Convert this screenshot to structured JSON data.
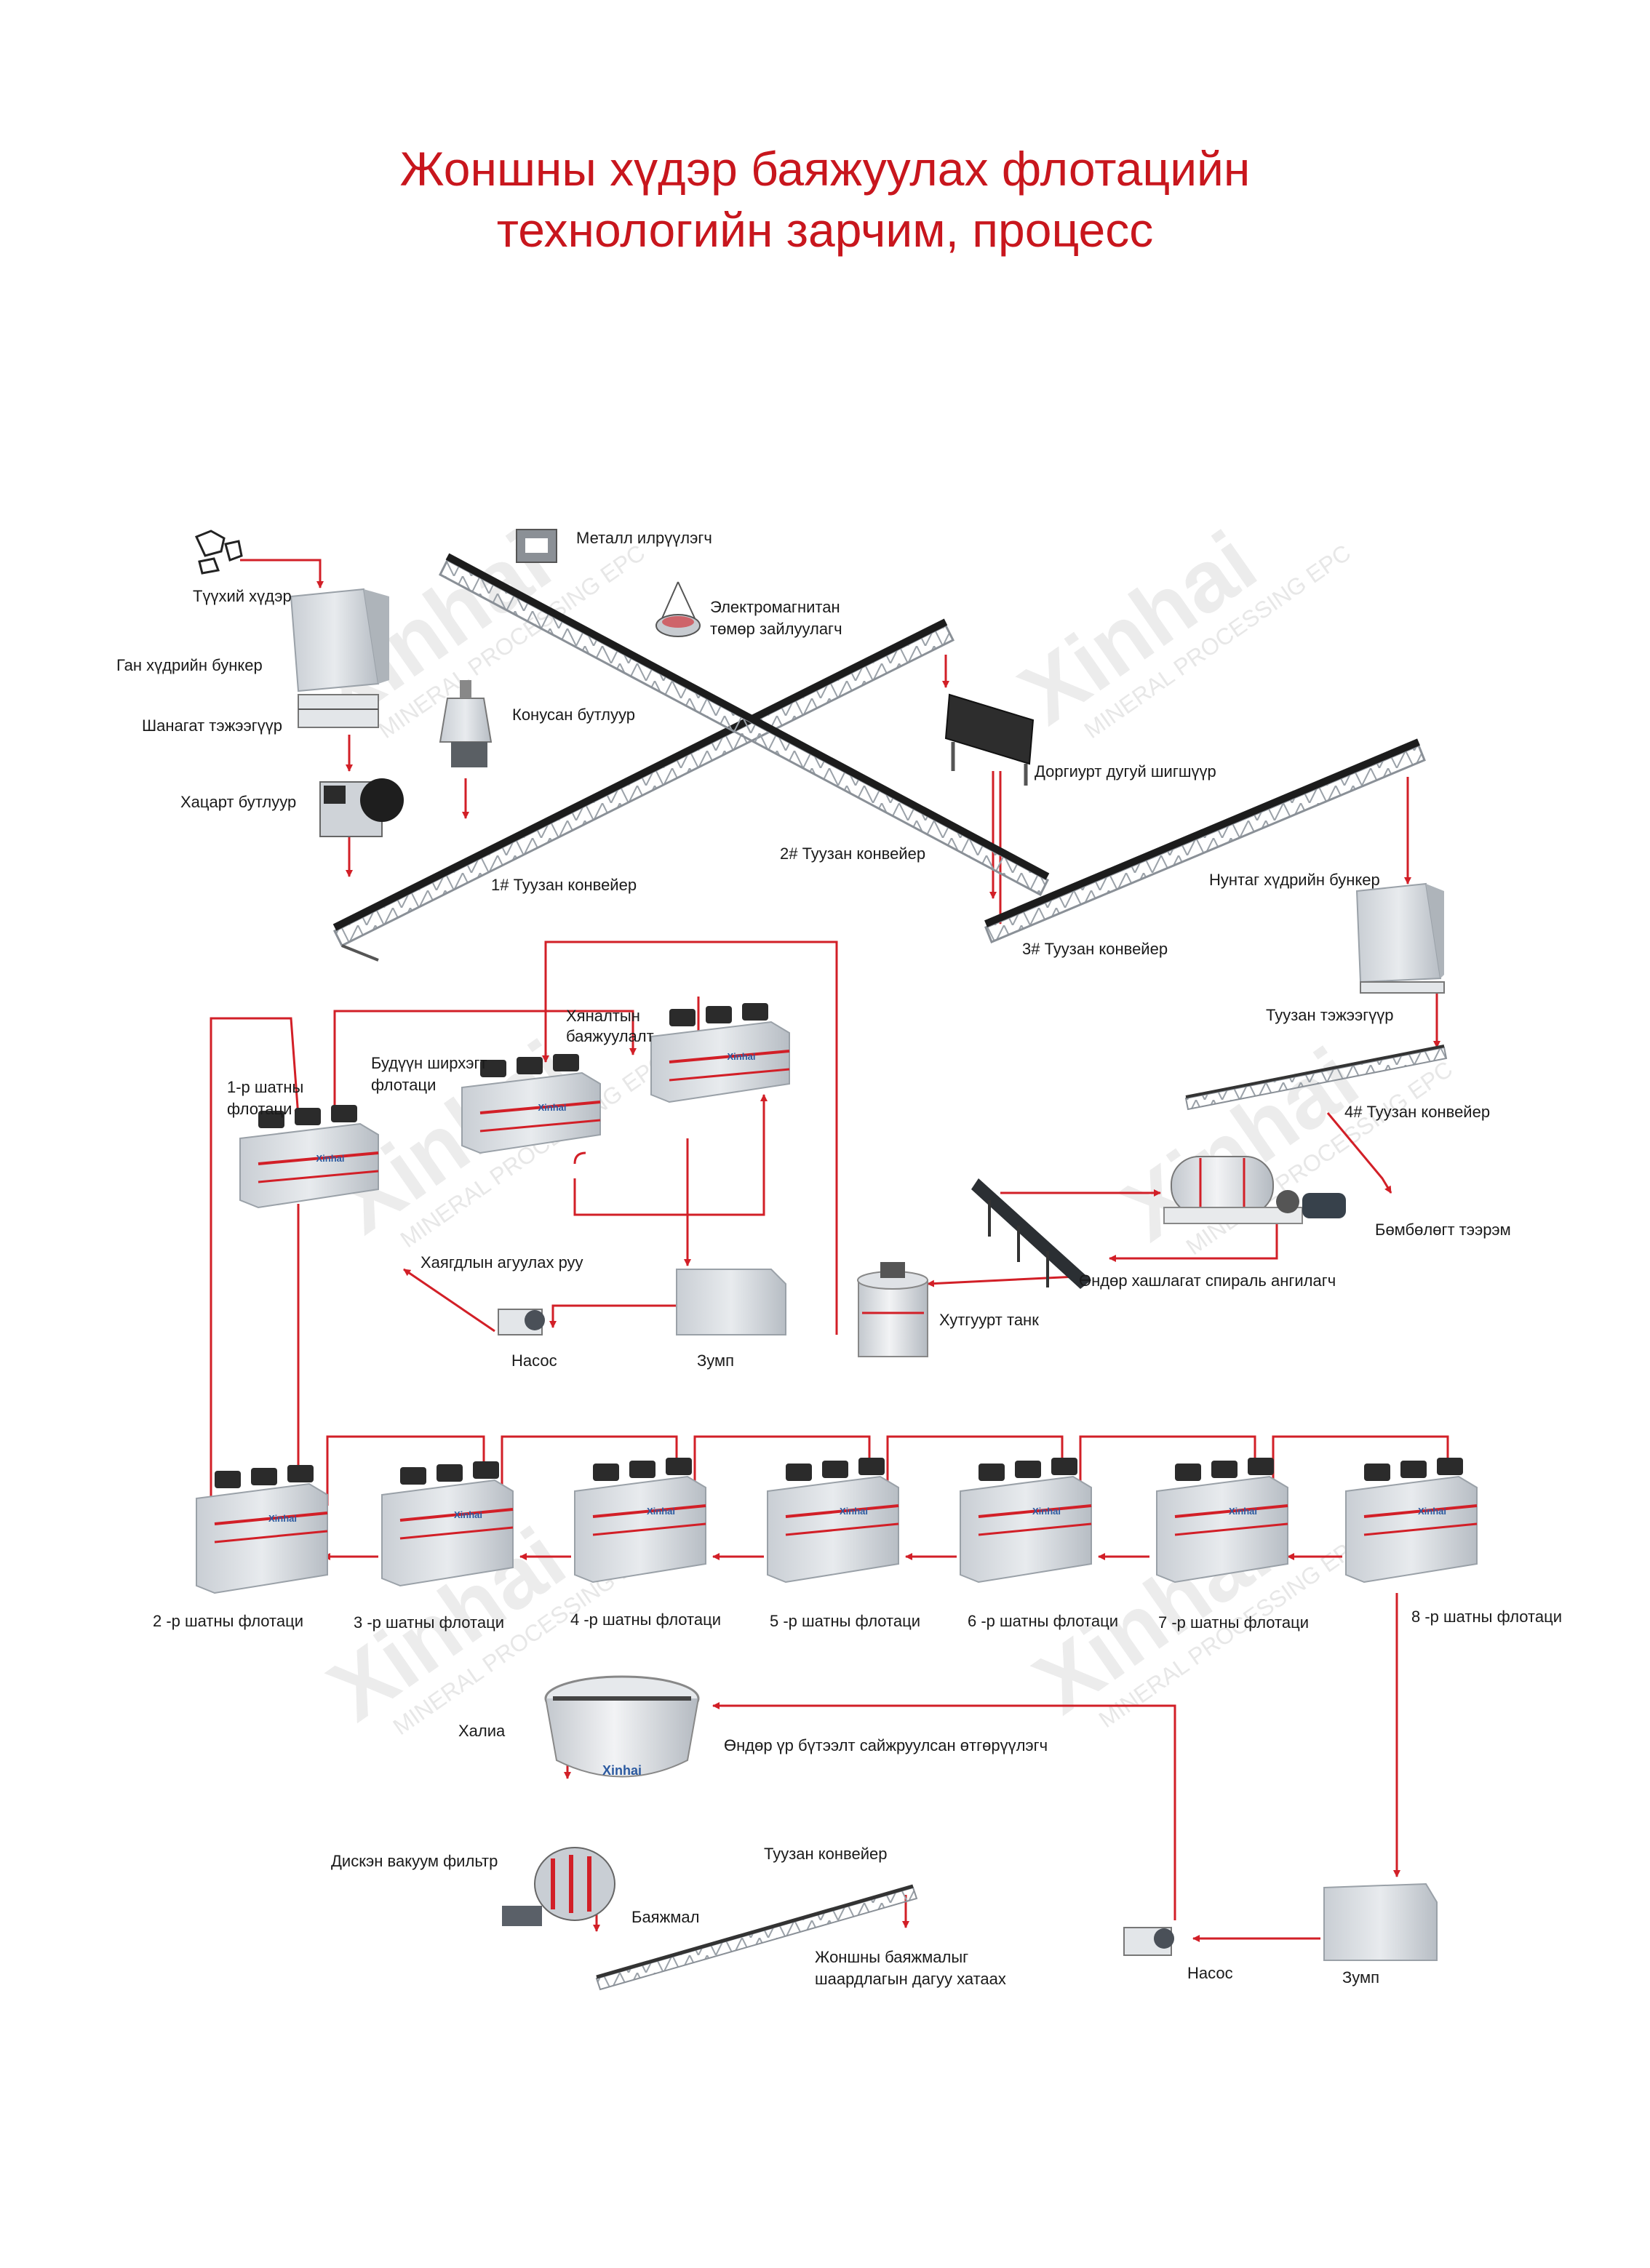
{
  "title": {
    "line1": "Жоншны хүдэр баяжуулах флотацийн",
    "line2": "технологийн зарчим, процесс"
  },
  "watermark": {
    "brand": "Xinhai",
    "tagline": "MINERAL PROCESSING EPC"
  },
  "labels": {
    "raw_ore": "Түүхий хүдэр",
    "coarse_bin": "Ган хүдрийн бункер",
    "grizzly_feeder": "Шанагат тэжээгүүр",
    "jaw_crusher": "Хацарт бутлуур",
    "metal_detector": "Металл илрүүлэгч",
    "magnetic_separator_1": "Электромагнитан",
    "magnetic_separator_2": "төмөр зайлуулагч",
    "cone_crusher": "Конусан бутлуур",
    "vibrating_screen": "Доргиурт дугуй шигшүүр",
    "conveyor_1": "1# Туузан конвейер",
    "conveyor_2": "2# Туузан конвейер",
    "conveyor_3": "3# Туузан конвейер",
    "fine_bin": "Нунтаг хүдрийн бункер",
    "belt_feeder": "Туузан тэжээгүүр",
    "conveyor_4": "4# Туузан конвейер",
    "ball_mill": "Бөмбөлөгт тээрэм",
    "spiral_classifier": "Өндөр хашлагат спираль ангилагч",
    "agitation_tank": "Хутгуурт танк",
    "control_flotation_1": "Хяналтын",
    "control_flotation_2": "баяжуулалт",
    "rougher_flotation_1": "Будүүн ширхэгт",
    "rougher_flotation_2": "флотаци",
    "first_flotation_1": "1-р шатны",
    "first_flotation_2": "флотаци",
    "to_tailings": "Хаягдлын агуулах руу",
    "pump_top": "Насос",
    "sump_top": "Зумп",
    "stage_2": "2 -р шатны флотаци",
    "stage_3": "3 -р шатны флотаци",
    "stage_4": "4 -р шатны флотаци",
    "stage_5": "5 -р шатны флотаци",
    "stage_6": "6 -р шатны флотаци",
    "stage_7": "7 -р шатны флотаци",
    "stage_8": "8 -р шатны флотаци",
    "overflow": "Халиа",
    "thickener": "Өндөр үр бүтээлт сайжруулсан өтгөрүүлэгч",
    "disc_filter": "Дискэн вакуум фильтр",
    "belt_conveyor": "Туузан конвейер",
    "concentrate": "Баяжмал",
    "final_1": "Жоншны баяжмалыг",
    "final_2": "шаардлагын дагуу хатаах",
    "pump_bottom": "Насос",
    "sump_bottom": "Зумп",
    "cell_brand": "Xinhai"
  },
  "colors": {
    "flow_line": "#d21f27",
    "title": "#c8161d",
    "equipment": "#d9dde2",
    "equipment_dark": "#2b2b2b",
    "stripe": "#d21f27"
  }
}
